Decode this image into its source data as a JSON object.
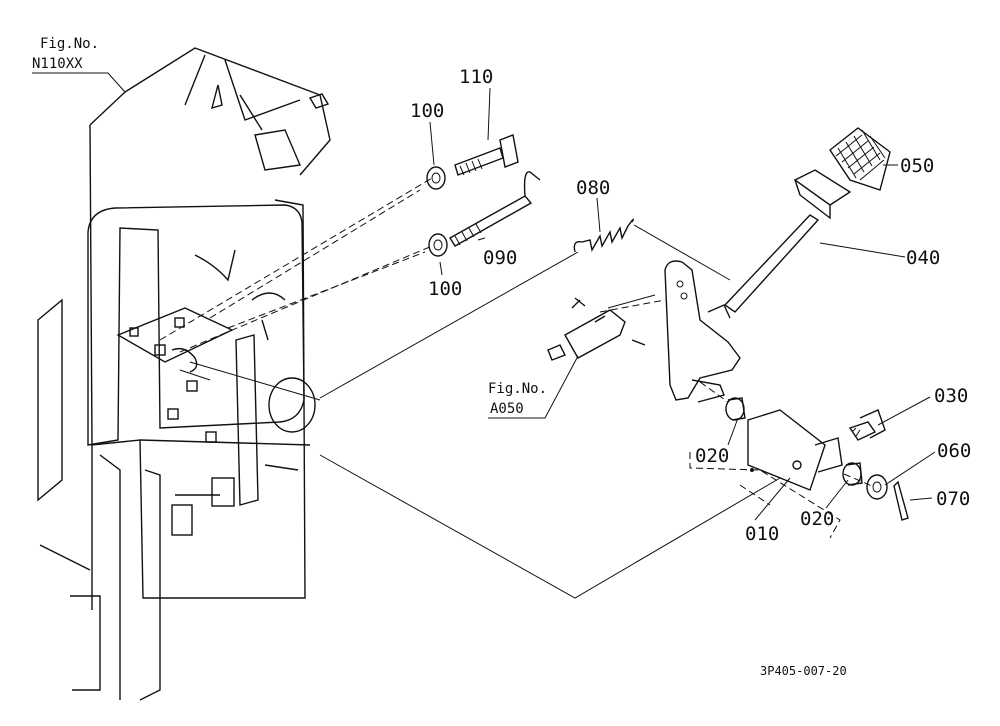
{
  "figure": {
    "drawing_code": "3P405-007-20",
    "references": [
      {
        "label": "Fig.No.",
        "value": "N110XX"
      },
      {
        "label": "Fig.No.",
        "value": "A050"
      }
    ],
    "callouts": [
      {
        "id": "010",
        "text": "010"
      },
      {
        "id": "020a",
        "text": "020"
      },
      {
        "id": "020b",
        "text": "020"
      },
      {
        "id": "030",
        "text": "030"
      },
      {
        "id": "040",
        "text": "040"
      },
      {
        "id": "050",
        "text": "050"
      },
      {
        "id": "060",
        "text": "060"
      },
      {
        "id": "070",
        "text": "070"
      },
      {
        "id": "080",
        "text": "080"
      },
      {
        "id": "090",
        "text": "090"
      },
      {
        "id": "100a",
        "text": "100"
      },
      {
        "id": "100b",
        "text": "100"
      },
      {
        "id": "110",
        "text": "110"
      }
    ]
  }
}
